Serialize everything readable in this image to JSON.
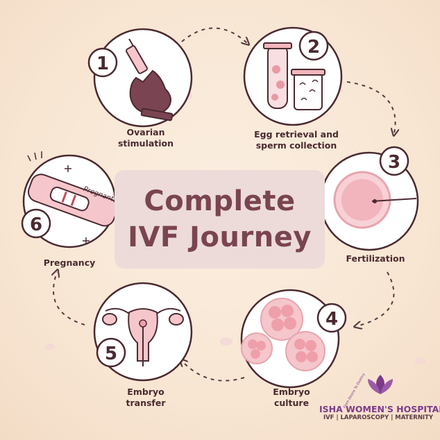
{
  "center": {
    "line1": "Complete",
    "line2": "IVF Journey"
  },
  "steps": [
    {
      "number": "1",
      "label_line1": "Ovarian",
      "label_line2": "stimulation",
      "icon": "syringe-hand-icon"
    },
    {
      "number": "2",
      "label_line1": "Egg retrieval and",
      "label_line2": "sperm collection",
      "icon": "test-tubes-icon"
    },
    {
      "number": "3",
      "label_line1": "Fertilization",
      "label_line2": "",
      "icon": "egg-injection-icon"
    },
    {
      "number": "4",
      "label_line1": "Embryo",
      "label_line2": "culture",
      "icon": "embryo-cells-icon"
    },
    {
      "number": "5",
      "label_line1": "Embryo",
      "label_line2": "transfer",
      "icon": "uterus-icon"
    },
    {
      "number": "6",
      "label_line1": "Pregnancy",
      "label_line2": "",
      "icon": "pregnancy-test-icon"
    }
  ],
  "pregnancy_test_text": "Pregnant",
  "brand": {
    "name": "ISHA WOMEN'S HOSPITAL",
    "tagline": "IVF | LAPAROSCOPY | MATERNITY",
    "motto": "From Desire To Destiny",
    "logo_icon": "lotus-icon"
  },
  "colors": {
    "background": "#f8e6d3",
    "accent": "#7a4450",
    "outline": "#4a2a30",
    "pink": "#f0b6bd",
    "brand": "#7b3a8a"
  }
}
